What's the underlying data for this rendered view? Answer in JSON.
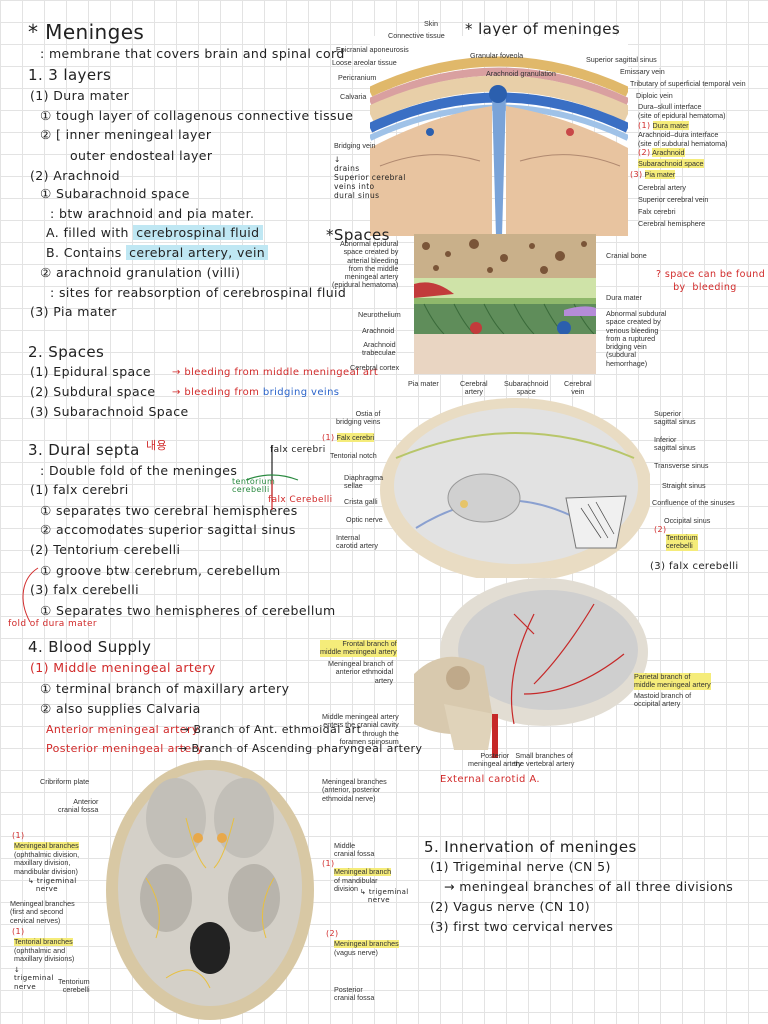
{
  "notes": {
    "title": "* Meninges",
    "definition": ": membrane  that covers  brain  and spinal cord",
    "s1": {
      "heading": "1. 3 layers",
      "dura": "(1) Dura mater",
      "dura_1": "① tough layer of collagenous connective tissue",
      "dura_2a": "② [ inner meningeal layer",
      "dura_2b": "outer  endosteal  layer",
      "arachnoid": "(2) Arachnoid",
      "arach_1": "① Subarachnoid  space",
      "arach_1_desc": ": btw arachnoid  and  pia mater.",
      "arach_a": "A. filled  with",
      "arach_a_hl": "cerebrospinal fluid",
      "arach_b": "B. Contains",
      "arach_b_hl": "cerebral artery, vein",
      "arach_2": "② arachnoid  granulation (villi)",
      "arach_2_desc": ": sites for  reabsorption  of  cerebrospinal fluid",
      "pia": "(3) Pia mater"
    },
    "s2": {
      "heading": "2. Spaces",
      "epidural": "(1) Epidural  space",
      "epidural_note": "→ bleeding  from  middle meningeal art",
      "subdural": "(2) Subdural  space",
      "subdural_note_a": "→ bleeding  from",
      "subdural_note_b": "bridging veins",
      "subarachnoid": "(3) Subarachnoid  Space"
    },
    "s3": {
      "heading": "3. Dural  septa",
      "korean": "내용",
      "desc": ": Double  fold  of  the meninges",
      "falx": "(1) falx  cerebri",
      "falx_1": "① separates  two  cerebral  hemispheres",
      "falx_2": "② accomodates  superior  sagittal  sinus",
      "tent": "(2) Tentorium  cerebelli",
      "tent_1": "① groove  btw  cerebrum, cerebellum",
      "fc": "(3) falx  cerebelli",
      "fc_1": "① Separates  two  hemispheres  of  cerebellum",
      "side_note": "fold of dura mater",
      "sketch_falx": "falx cerebri",
      "sketch_tent": "tentorium\ncerebelli",
      "sketch_fc": "falx Cerebelli"
    },
    "s4": {
      "heading": "4. Blood  Supply",
      "mma": "(1) Middle  meningeal  artery",
      "mma_1": "① terminal  branch  of  maxillary artery",
      "mma_2": "② also  supplies  Calvaria",
      "ant": "Anterior meningeal  artery",
      "ant_note": "→ Branch of  Ant. ethmoidal art",
      "post": "Posterior  meningeal  artery",
      "post_note": "→ Branch of  Ascending  pharyngeal  artery"
    },
    "s5": {
      "heading": "5. Innervation  of  meninges",
      "trig": "(1) Trigeminal  nerve  (CN 5)",
      "trig_note": "→ meningeal branches  of  all  three  divisions",
      "vagus": "(2) Vagus  nerve  (CN 10)",
      "cervical": "(3) first  two  cervical  nerves"
    }
  },
  "fig1": {
    "title": "* layer  of  meninges",
    "labels_left": [
      "Connective tissue",
      "Epicranial aponeurosis",
      "Loose areolar tissue",
      "Pericranium",
      "Calvaria",
      "Bridging vein"
    ],
    "label_skin": "Skin",
    "label_foveola": "Granular foveola",
    "label_granulation": "Arachnoid granulation",
    "labels_right": [
      "Superior sagittal sinus",
      "Emissary vein",
      "Tributary of superficial temporal vein",
      "Diploic vein",
      "Dura–skull interface",
      "(site of epidural hematoma)",
      "Dura mater",
      "Arachnoid–dura interface",
      "(site of subdural hematoma)",
      "Arachnoid",
      "Subarachnoid space",
      "Pia mater",
      "Cerebral artery",
      "Superior cerebral vein",
      "Falx cerebri",
      "Cerebral hemisphere"
    ],
    "hw_note": "↓\ndrains\nSuperior cerebral\nveins into\ndural sinus",
    "num1": "(1)",
    "num2": "(2)",
    "num3": "(3)"
  },
  "fig2": {
    "title": "*Spaces",
    "label_left_top": "Abnormal epidural\nspace created by\narterial bleeding\nfrom the middle\nmeningeal artery\n(epidural hematoma)",
    "label_neuro": "Neurothelium",
    "label_arachnoid": "Arachnoid",
    "label_trab": "Arachnoid\ntrabeculae",
    "label_cortex": "Cerebral cortex",
    "label_cranial": "Cranial bone",
    "label_dura": "Dura mater",
    "label_subdural": "Abnormal subdural\nspace created by\nvenous bleeding\nfrom a ruptured\nbridging vein\n(subdural\nhemorrhage)",
    "bottom_labels": [
      "Pia mater",
      "Cerebral\nartery",
      "Subarachnoid\nspace",
      "Cerebral\nvein"
    ],
    "hw_note": "? space can be found\n     by  bleeding"
  },
  "fig3": {
    "labels_left": [
      "Ostia of\nbridging veins",
      "Falx cerebri",
      "Tentorial notch",
      "Diaphragma\nsellae",
      "Crista galli",
      "Optic nerve",
      "Internal\ncarotid artery"
    ],
    "labels_right": [
      "Superior\nsagittal sinus",
      "Inferior\nsagittal sinus",
      "Transverse sinus",
      "Straight sinus",
      "Confluence of the sinuses",
      "Occipital sinus",
      "Tentorium\ncerebelli"
    ],
    "num1": "(1)",
    "num2": "(2)",
    "hw_note": "(3) falx  cerebelli"
  },
  "fig4": {
    "label_frontal": "Frontal branch of\nmiddle meningeal artery",
    "label_ant": "Meningeal branch of\nanterior ethmoidal\nartery",
    "label_parietal": "Parietal branch of\nmiddle meningeal artery",
    "label_mastoid": "Mastoid branch of\noccipital artery",
    "label_mma": "Middle meningeal artery\nenters the cranial cavity\nthrough the\nforamen spinosum",
    "label_post": "Posterior\nmeningeal artery",
    "label_small": "Small branches of\nthe vertebral artery",
    "hw_note": "External carotid A."
  },
  "fig5": {
    "labels_left": [
      "Cribriform plate",
      "Anterior\ncranial fossa"
    ],
    "label_mb_title": "Meningeal branches",
    "label_mb_desc": "(ophthalmic division,\nmaxillary division,\nmandibular division)",
    "label_cerv": "Meningeal branches\n(first and second\ncervical nerves)",
    "label_tb_title": "Tentorial branches",
    "label_tb_desc": "(ophthalmic and\nmaxillary divisions)",
    "label_tc": "Tentorium\ncerebelli",
    "labels_right_top": "Meningeal branches\n(anterior, posterior\nethmoidal nerve)",
    "label_mcf": "Middle\ncranial fossa",
    "label_mand_title": "Meningeal branch",
    "label_mand_desc": "of mandibular\ndivision",
    "label_vagus_title": "Meningeal branches",
    "label_vagus_desc": "(vagus nerve)",
    "label_pcf": "Posterior\ncranial fossa",
    "n1": "(1)",
    "n2": "(1)",
    "n3": "(1)",
    "n4": "(2)",
    "hw_trig1": "↳ trigeminal\n   nerve",
    "hw_trig2": "↳ trigeminal\n   nerve",
    "hw_trig3": "↓\ntrigeminal\nnerve"
  }
}
